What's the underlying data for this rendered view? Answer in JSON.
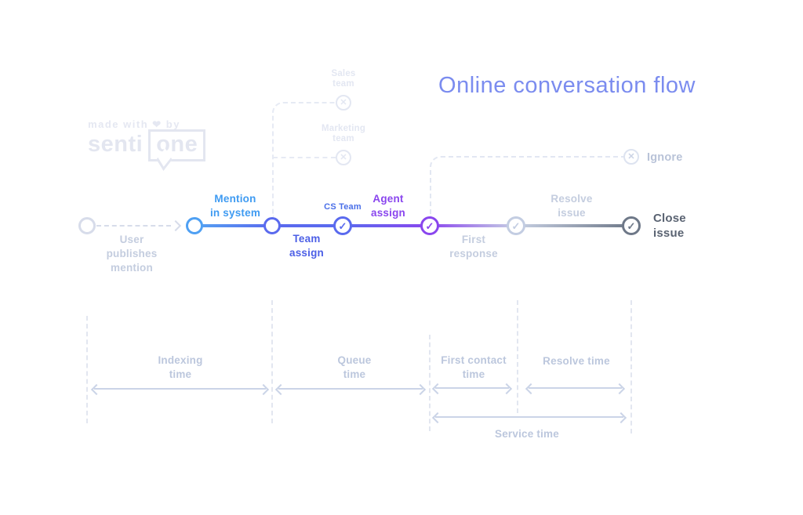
{
  "title": "Online conversation flow",
  "logo": {
    "tagline": "made with ❤ by",
    "brand": "senti",
    "brand_boxed": "one"
  },
  "icons": {
    "check": "✓",
    "x": "✕"
  },
  "flow": {
    "user_publishes": "User\npublishes\nmention",
    "mention_in_system": "Mention\nin system",
    "team_assign": "Team\nassign",
    "cs_team": "CS Team",
    "agent_assign": "Agent\nassign",
    "first_response": "First\nresponse",
    "resolve_issue": "Resolve\nissue",
    "close_issue": "Close\nissue",
    "ignore": "Ignore",
    "sales_team": "Sales\nteam",
    "marketing_team": "Marketing\nteam"
  },
  "timers": {
    "indexing": "Indexing\ntime",
    "queue": "Queue\ntime",
    "first_contact": "First contact\ntime",
    "resolve": "Resolve time",
    "service": "Service time"
  },
  "colors": {
    "title": "#7B8CEF",
    "blue": "#4FA0F3",
    "indigo": "#5A6AEE",
    "purple": "#8A46EE",
    "muted_label": "#C4CDDF",
    "timer_label": "#BCC7DD",
    "dark_label": "#5A6372",
    "faint": "#E3E7F2"
  }
}
